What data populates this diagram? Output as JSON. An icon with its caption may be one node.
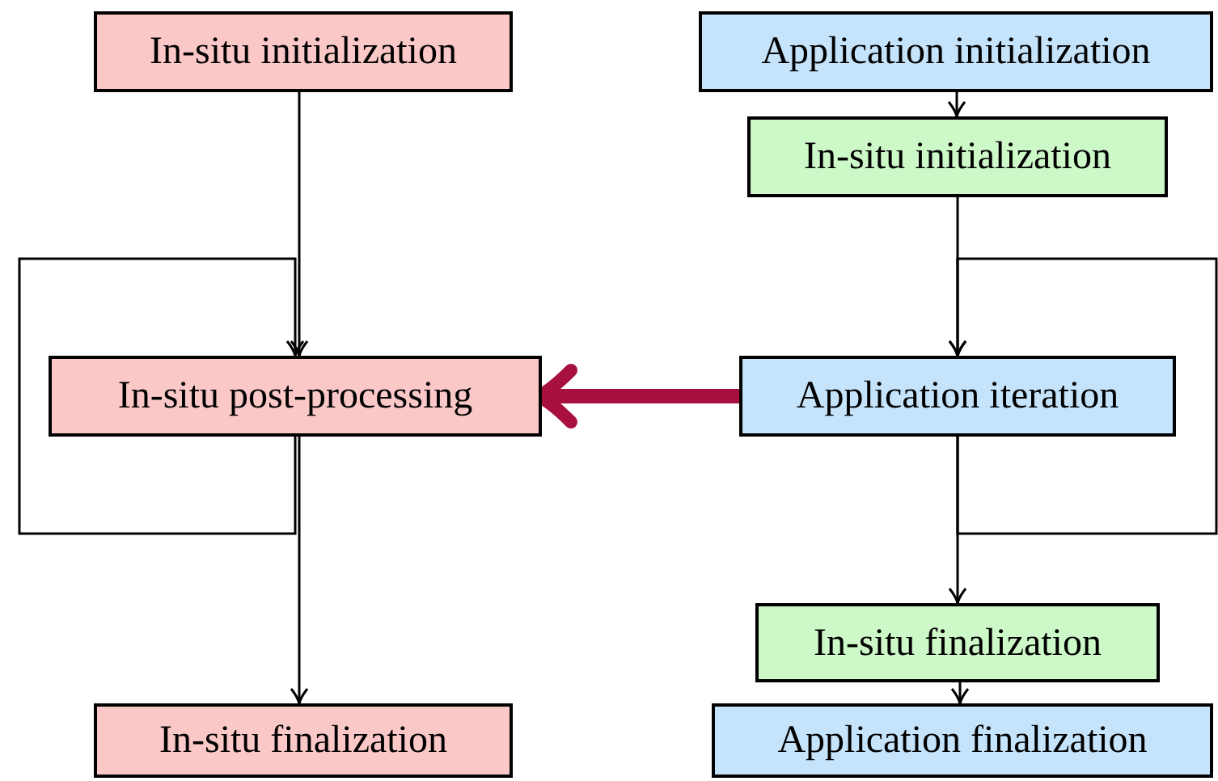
{
  "diagram": {
    "nodes": [
      {
        "text": [
          "In-situ initialization"
        ]
      },
      {
        "text": [
          "In-situ post-processing"
        ]
      },
      {
        "text": [
          "In-situ finalization"
        ]
      },
      {
        "text": [
          "Application initialization"
        ]
      },
      {
        "text": [
          "In-situ initialization"
        ]
      },
      {
        "text": [
          "Application iteration"
        ]
      },
      {
        "text": [
          "In-situ finalization"
        ]
      },
      {
        "text": [
          "Application finalization"
        ]
      }
    ],
    "edges": [
      {
        "from": 0,
        "to": 1,
        "arrow": "to"
      },
      {
        "from": 1,
        "to": 1,
        "arrow": "to"
      },
      {
        "from": 1,
        "to": 2,
        "arrow": "to"
      },
      {
        "from": 3,
        "to": 4,
        "arrow": "to"
      },
      {
        "from": 4,
        "to": 5,
        "arrow": "to"
      },
      {
        "from": 5,
        "to": 5,
        "arrow": "to"
      },
      {
        "from": 5,
        "to": 6,
        "arrow": "to"
      },
      {
        "from": 6,
        "to": 7,
        "arrow": "to"
      },
      {
        "from": 5,
        "to": 1,
        "arrow": "to",
        "style": "thick",
        "color": "#a8113f"
      }
    ]
  }
}
